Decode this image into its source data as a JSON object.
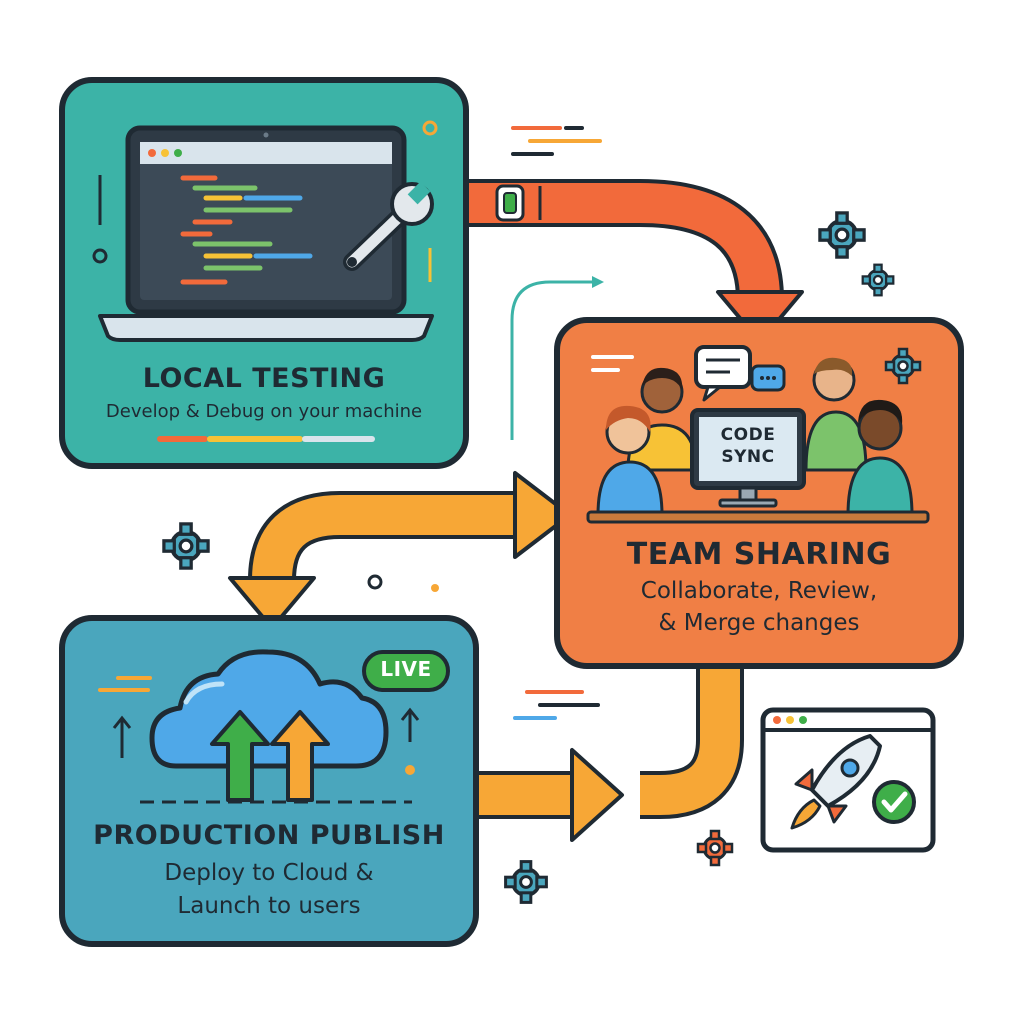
{
  "stages": {
    "local": {
      "title": "LOCAL TESTING",
      "subtitle": "Develop & Debug on your machine",
      "color": "#3cb3a7"
    },
    "team": {
      "title": "TEAM SHARING",
      "subtitle_line1": "Collaborate, Review,",
      "subtitle_line2": "& Merge changes",
      "screen_text_line1": "CODE",
      "screen_text_line2": "SYNC",
      "color": "#f07f45"
    },
    "production": {
      "title": "PRODUCTION PUBLISH",
      "subtitle_line1": "Deploy to Cloud &",
      "subtitle_line2": "Launch to users",
      "badge": "LIVE",
      "color": "#4aa6bd"
    }
  },
  "colors": {
    "outline": "#1f2a33",
    "arrow_orange": "#f26a3b",
    "arrow_yellow": "#f7a736",
    "cloud_blue": "#4fa8e8",
    "live_green": "#3fae49"
  },
  "icons": [
    "laptop-icon",
    "wrench-icon",
    "chat-bubble-icon",
    "cloud-upload-icon",
    "rocket-icon",
    "check-icon",
    "gear-icon"
  ]
}
